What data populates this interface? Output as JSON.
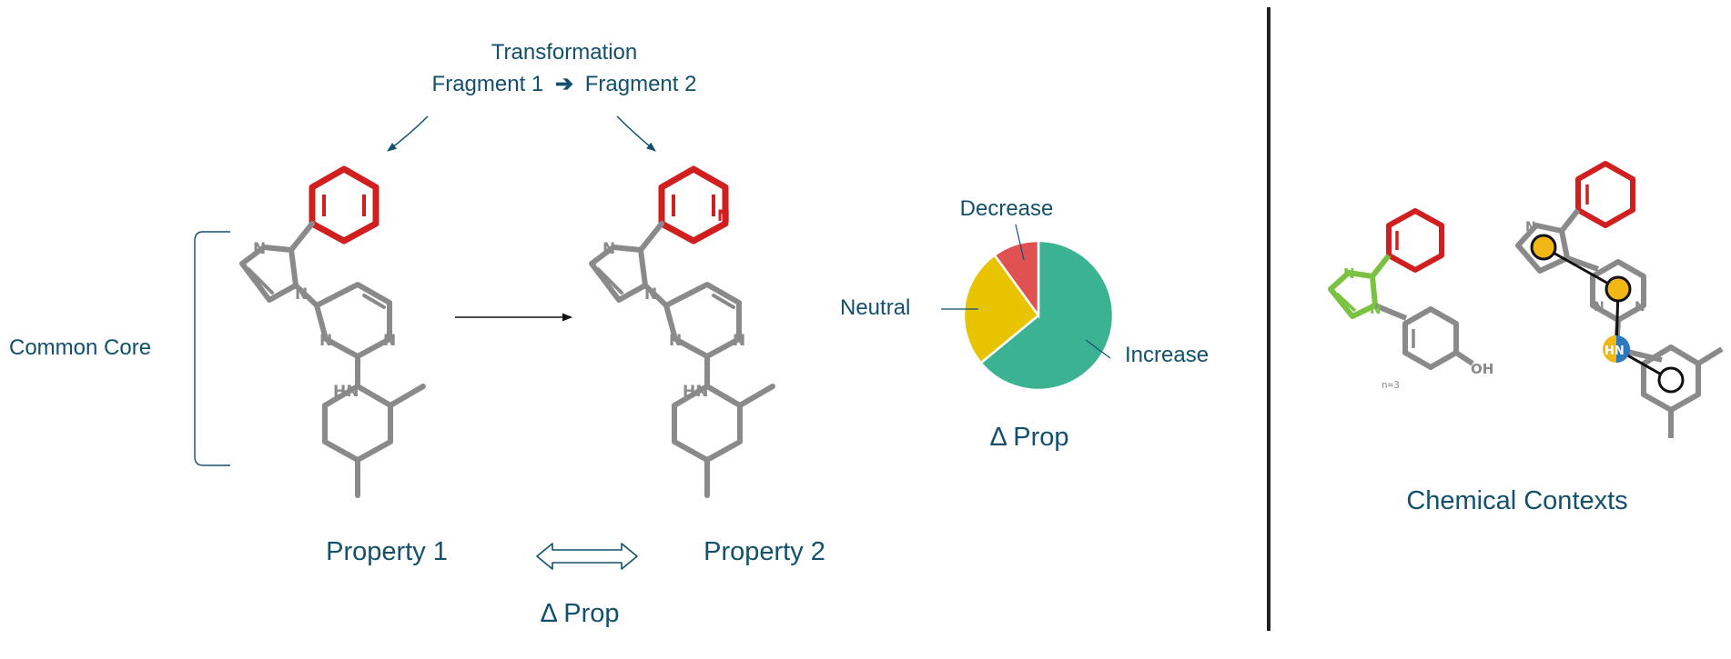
{
  "header": {
    "title": "Transformation",
    "fragment_from": "Fragment 1",
    "fragment_to": "Fragment 2",
    "arrow_glyph": "➔"
  },
  "core_label": "Common Core",
  "property_left": "Property 1",
  "property_right": "Property 2",
  "delta_bottom": "Δ Prop",
  "pie": {
    "labels": {
      "decrease": "Decrease",
      "neutral": "Neutral",
      "increase": "Increase"
    },
    "caption": "Δ Prop"
  },
  "contexts_label": "Chemical Contexts",
  "context_note": "n=3",
  "atoms": {
    "n": "N",
    "hn": "HN",
    "oh": "OH"
  },
  "chart_data": {
    "type": "pie",
    "categories": [
      "Increase",
      "Neutral",
      "Decrease"
    ],
    "values": [
      64,
      26,
      10
    ],
    "colors": [
      "#3bb393",
      "#e8c300",
      "#e05252"
    ]
  },
  "colors": {
    "text": "#12506b",
    "fragment_red": "#d11f1f",
    "structure_gray": "#8a8a8a",
    "context_green": "#7bc142",
    "highlight_yellow": "#f3b715",
    "highlight_blue": "#2e79bd"
  },
  "icons": [
    "curved-arrow-left-icon",
    "curved-arrow-right-icon",
    "double-arrow-icon",
    "reaction-arrow-icon"
  ]
}
